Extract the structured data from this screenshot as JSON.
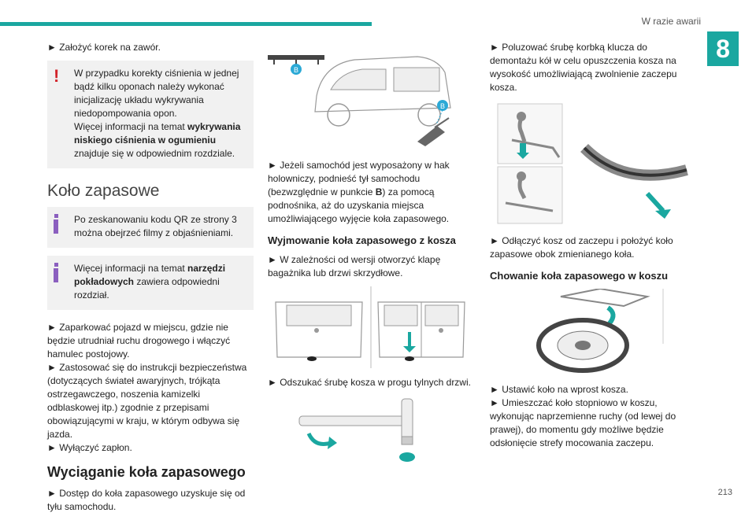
{
  "header": {
    "section_title": "W razie awarii",
    "chapter_number": "8",
    "page_number": "213"
  },
  "col1": {
    "step_cap": "► Założyć korek na zawór.",
    "warning_box": {
      "line1": "W przypadku korekty ciśnienia w jednej bądź kilku oponach należy wykonać inicjalizację układu wykrywania niedopompowania opon.",
      "line2_pre": "Więcej informacji na temat ",
      "line2_bold": "wykrywania niskiego ciśnienia w ogumieniu",
      "line2_post": " znajduje się w odpowiednim rozdziale."
    },
    "section_heading": "Koło zapasowe",
    "info_box1": "Po zeskanowaniu kodu QR ze strony 3 można obejrzeć filmy z objaśnieniami.",
    "info_box2": {
      "pre": "Więcej informacji na temat ",
      "bold": "narzędzi pokładowych",
      "post": " zawiera odpowiedni rozdział."
    },
    "steps": [
      "► Zaparkować pojazd w miejscu, gdzie nie będzie utrudniał ruchu drogowego i włączyć hamulec postojowy.",
      "► Zastosować się do instrukcji bezpieczeństwa (dotyczących świateł awaryjnych, trójkąta ostrzegawczego, noszenia kamizelki odblaskowej itp.) zgodnie z przepisami obowiązującymi w kraju, w którym odbywa się jazda.",
      "► Wyłączyć zapłon."
    ],
    "subheading": "Wyciąganie koła zapasowego",
    "access_step": "► Dostęp do koła zapasowego uzyskuje się od tyłu samochodu."
  },
  "col2": {
    "marker_b": "B",
    "jack_step_pre": "► Jeżeli samochód jest wyposażony w hak holowniczy, podnieść tył samochodu (bezwzględnie w punkcie ",
    "jack_step_bold": "B",
    "jack_step_post": ") za pomocą podnośnika, aż do uzyskania miejsca umożliwiającego wyjęcie koła zapasowego.",
    "subheading": "Wyjmowanie koła zapasowego z kosza",
    "open_step": "► W zależności od wersji otworzyć klapę bagażnika lub drzwi skrzydłowe.",
    "find_screw": "► Odszukać śrubę kosza w progu tylnych drzwi."
  },
  "col3": {
    "loosen_step": "► Poluzować śrubę korbką klucza do demontażu kół w celu opuszczenia kosza na wysokość umożliwiającą zwolnienie zaczepu kosza.",
    "detach_step": "► Odłączyć kosz od zaczepu i położyć koło zapasowe obok zmienianego koła.",
    "subheading": "Chowanie koła zapasowego w koszu",
    "steps": [
      "► Ustawić koło na wprost kosza.",
      "► Umieszczać koło stopniowo w koszu, wykonując naprzemienne ruchy (od lewej do prawej), do momentu gdy możliwe będzie odsłonięcie strefy mocowania zaczepu."
    ]
  },
  "colors": {
    "accent": "#1aa7a0",
    "warning": "#d2232a",
    "info": "#8b5fbf",
    "box_bg": "#f1f1f1"
  }
}
